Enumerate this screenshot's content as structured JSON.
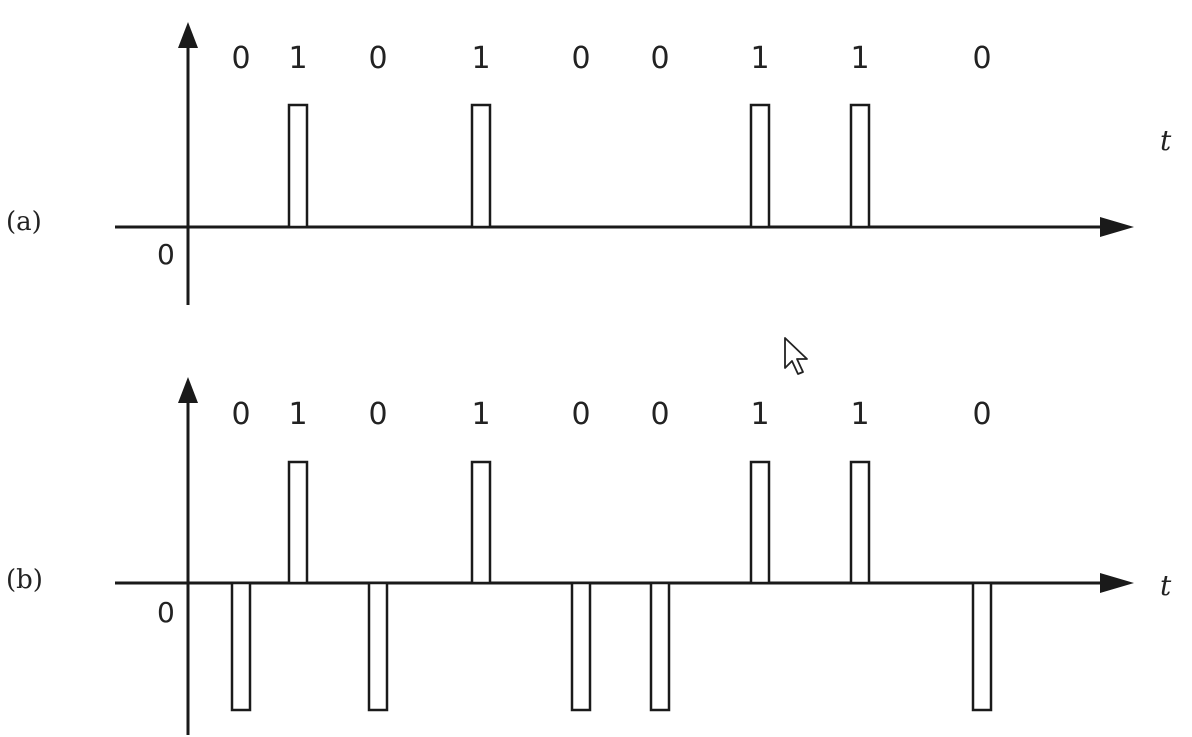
{
  "bits": [
    "0",
    "1",
    "0",
    "1",
    "0",
    "0",
    "1",
    "1",
    "0"
  ],
  "panels": [
    {
      "label": "(a)",
      "encoding": "unipolar-RZ",
      "pulse_levels": [
        0,
        1,
        0,
        1,
        0,
        0,
        1,
        1,
        0
      ],
      "origin_label": "0",
      "time_label": "t"
    },
    {
      "label": "(b)",
      "encoding": "bipolar-RZ",
      "pulse_levels": [
        -1,
        1,
        -1,
        1,
        -1,
        -1,
        1,
        1,
        -1
      ],
      "origin_label": "0",
      "time_label": "t"
    }
  ],
  "colors": {
    "line": "#1a1a1a",
    "background": "#ffffff"
  },
  "icons": {
    "cursor": "mouse-pointer-icon"
  }
}
